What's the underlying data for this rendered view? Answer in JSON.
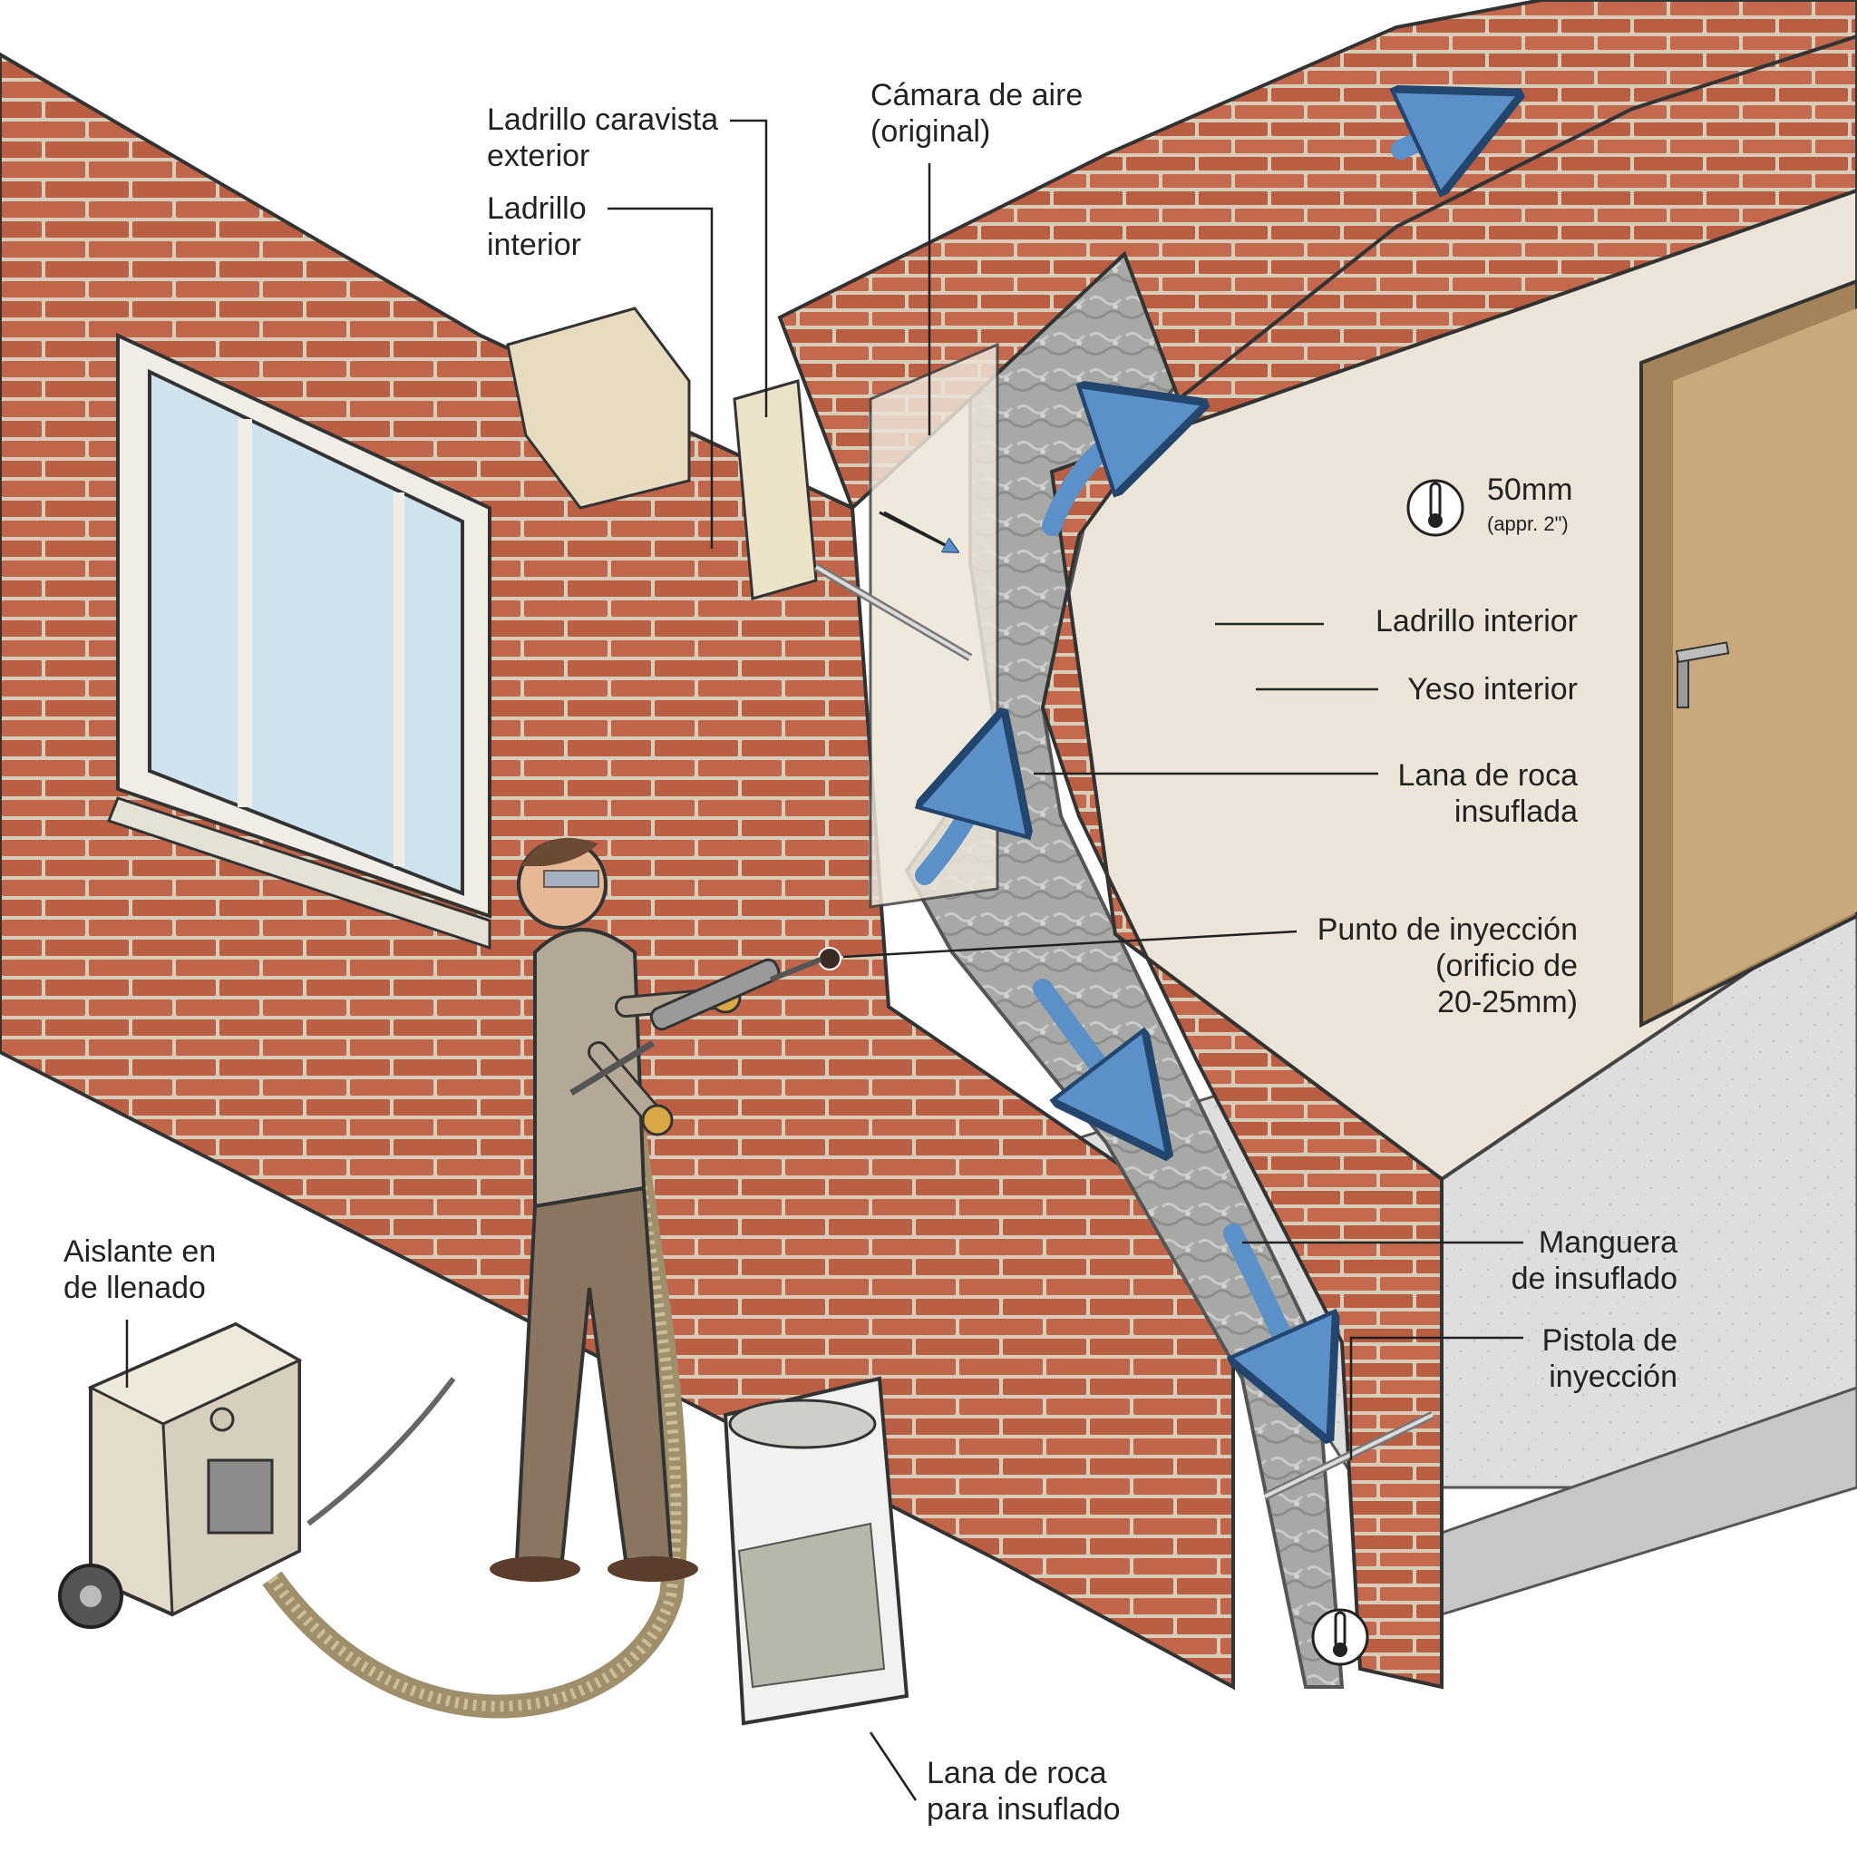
{
  "labels": {
    "ladrillo_caravista": [
      "Ladrillo caravista",
      "exterior"
    ],
    "ladrillo_interior_top": [
      "Ladrillo",
      "interior"
    ],
    "camara_aire": [
      "Cámara de aire",
      "(original)"
    ],
    "temperature_value": "50mm",
    "temperature_sub": "(appr. 2\")",
    "ladrillo_interior_right": "Ladrillo interior",
    "yeso_interior": "Yeso interior",
    "lana_roca_insuflada": [
      "Lana de roca",
      "insuflada"
    ],
    "punto_inyeccion": [
      "Punto de inyección",
      "(orificio de",
      "20-25mm)"
    ],
    "aislante": [
      "Aislante en",
      "de llenado"
    ],
    "manguera": [
      "Manguera",
      "de insuflado"
    ],
    "pistola": [
      "Pistola de",
      "inyección"
    ],
    "lana_roca_bag": [
      "Lana de roca",
      "para insuflado"
    ]
  },
  "icons": {
    "thermometer_top": "thermometer-icon",
    "thermometer_bottom": "thermometer-icon"
  },
  "colors": {
    "brick": "#c0654a",
    "mortar": "#d9cdbd",
    "insulation": "#a9aaa8",
    "flow_arrow": "#5b90c9",
    "plaster": "#ece4d8",
    "door": "#c9a77c",
    "floor": "#dcdcdc",
    "machine": "#e3dccb"
  }
}
